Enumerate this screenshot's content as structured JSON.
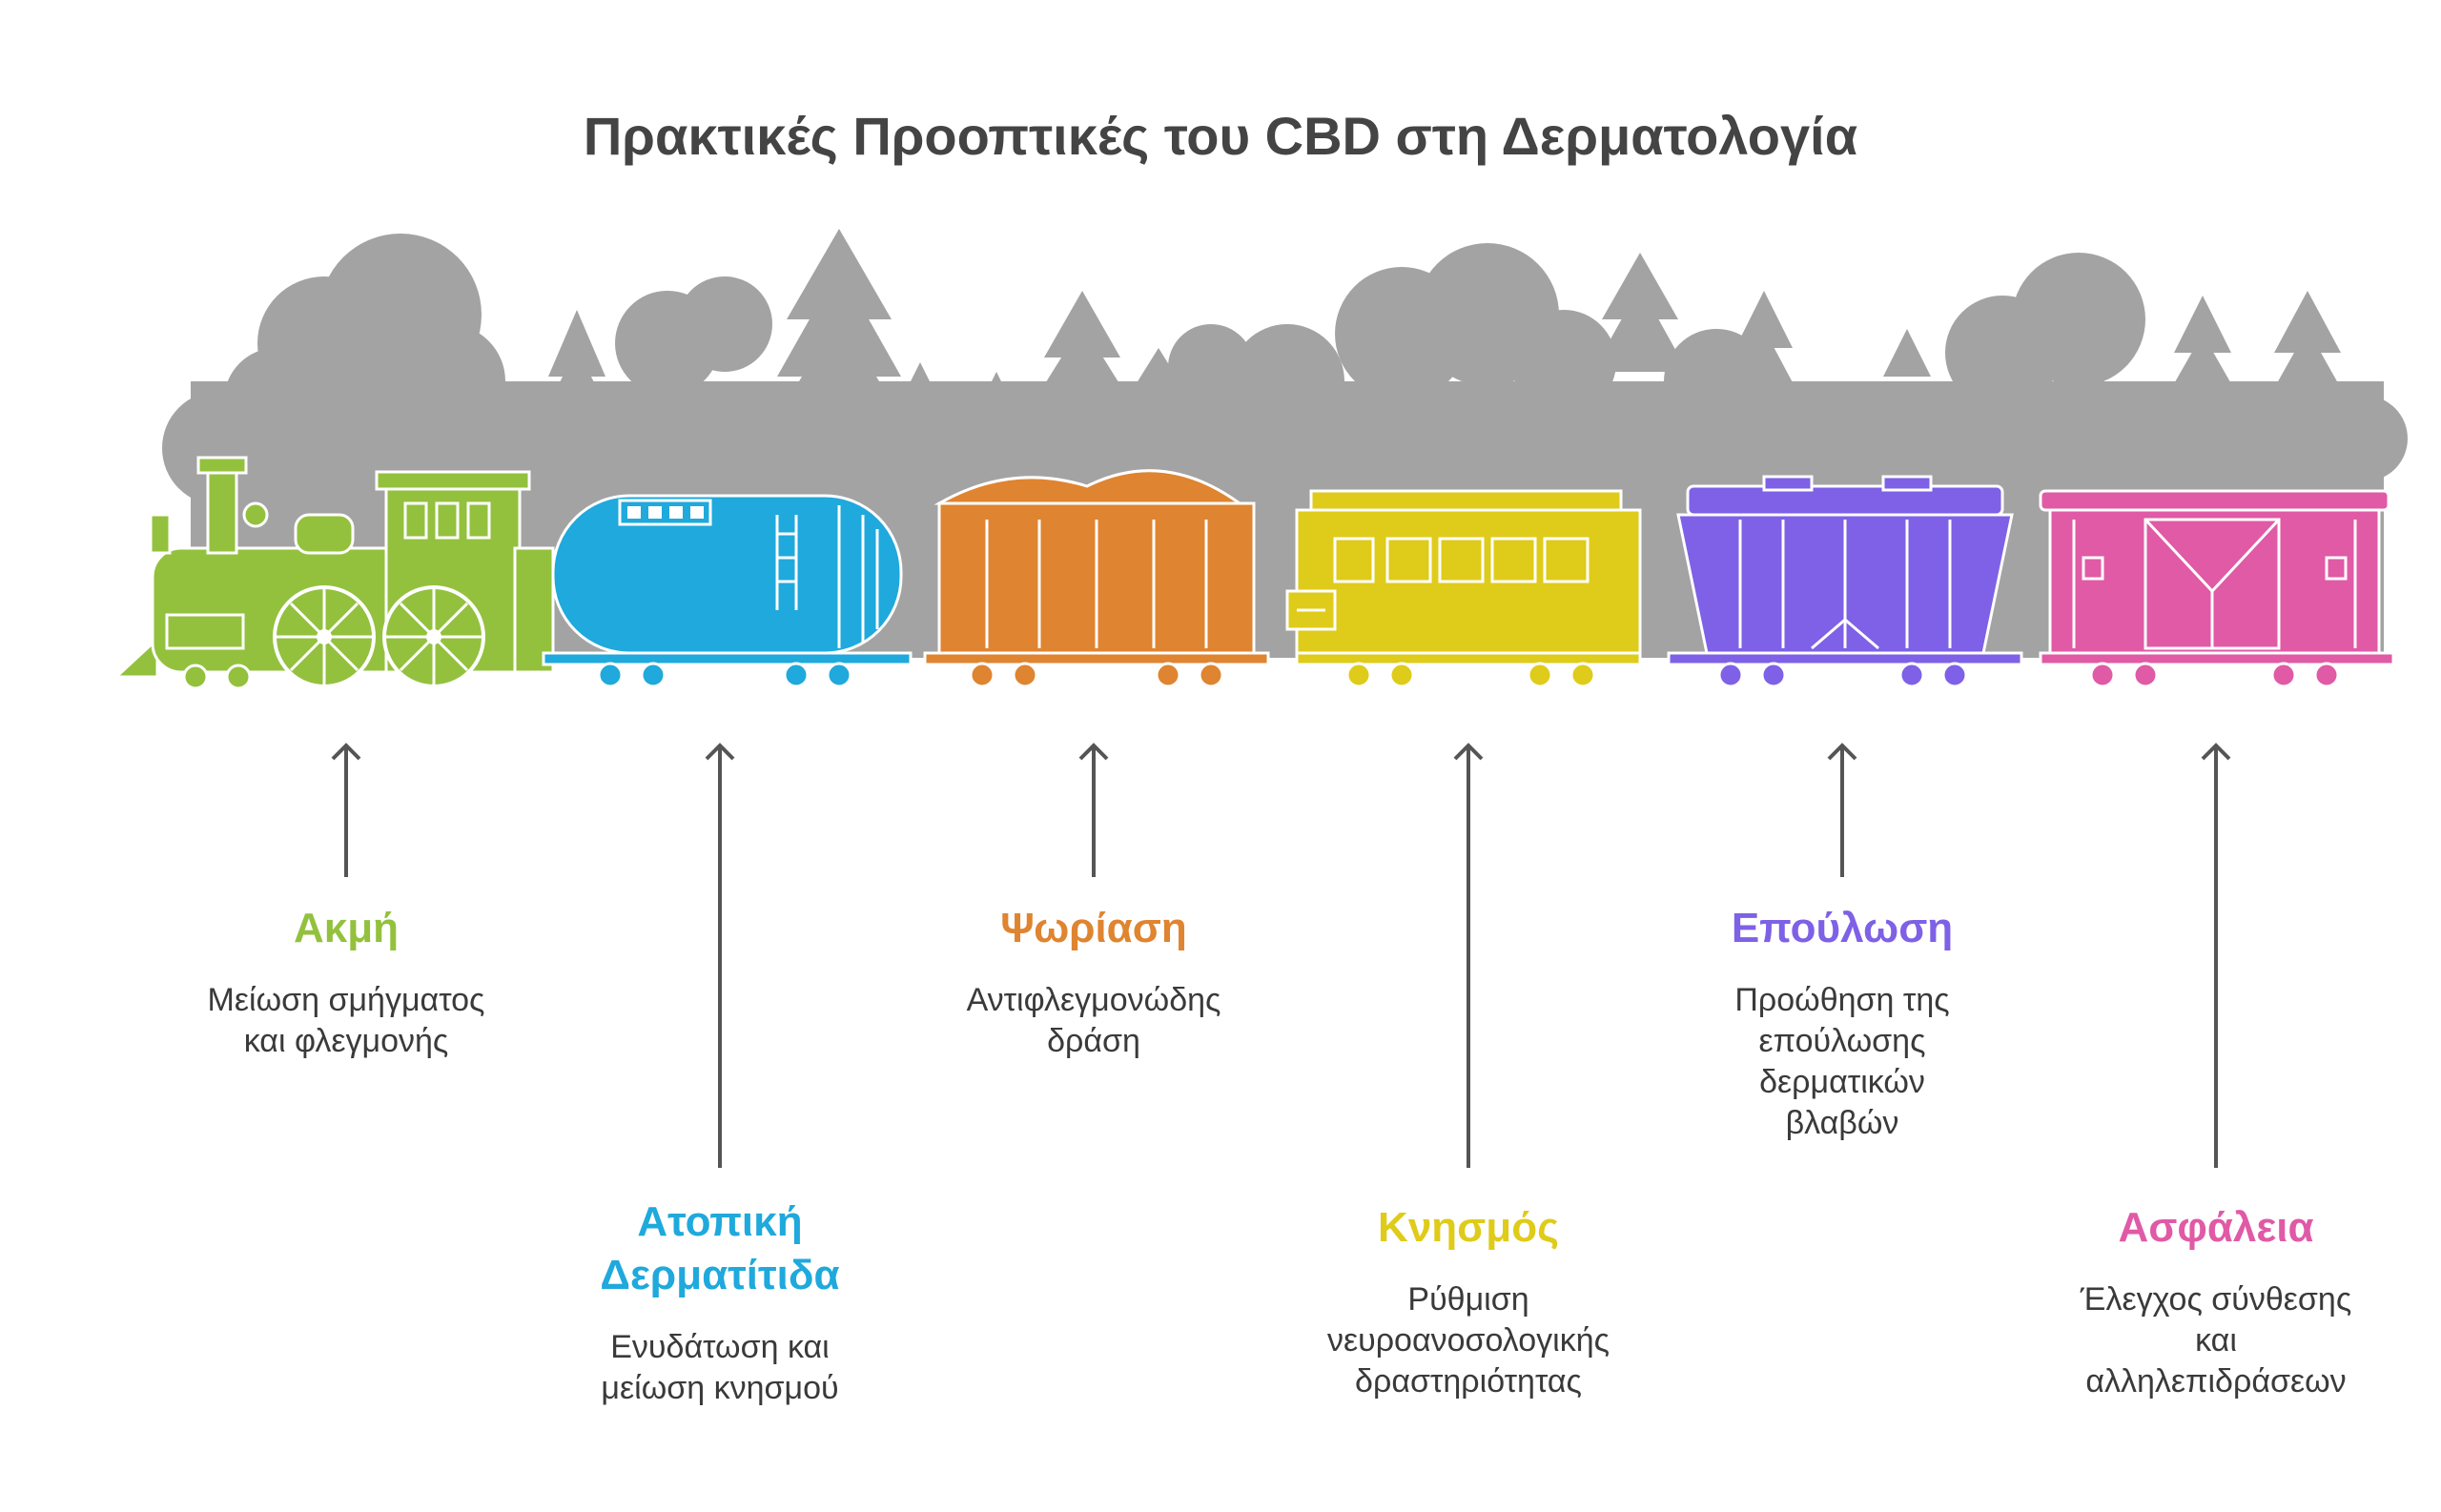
{
  "title": "Πρακτικές Προοπτικές του CBD στη Δερματολογία",
  "colors": {
    "forest": "#a3a3a3",
    "arrow": "#555555",
    "engine": "#93c13e",
    "tank": "#1fa9dc",
    "hopper": "#df8430",
    "coach": "#dfcb1a",
    "hopper2": "#7e61e6",
    "boxcar": "#e05aa6"
  },
  "items": [
    {
      "title": "Ακμή",
      "desc": [
        "Μείωση σμήγματος",
        "και φλεγμονής"
      ],
      "color": "#93c13e"
    },
    {
      "title_lines": [
        "Ατοπική",
        "Δερματίτιδα"
      ],
      "desc": [
        "Ενυδάτωση και",
        "μείωση κνησμού"
      ],
      "color": "#1fa9dc"
    },
    {
      "title": "Ψωρίαση",
      "desc": [
        "Αντιφλεγμονώδης",
        "δράση"
      ],
      "color": "#df8430"
    },
    {
      "title": "Κνησμός",
      "desc": [
        "Ρύθμιση",
        "νευροανοσολογικής",
        "δραστηριότητας"
      ],
      "color": "#dfcb1a"
    },
    {
      "title": "Επούλωση",
      "desc": [
        "Προώθηση της",
        "επούλωσης",
        "δερματικών",
        "βλαβών"
      ],
      "color": "#7e61e6"
    },
    {
      "title": "Ασφάλεια",
      "desc": [
        "Έλεγχος σύνθεσης",
        "και",
        "αλληλεπιδράσεων"
      ],
      "color": "#e05aa6"
    }
  ]
}
